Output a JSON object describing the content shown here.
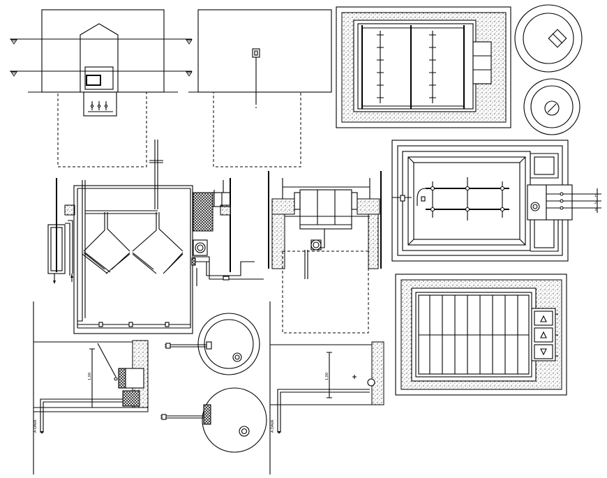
{
  "drawing": {
    "title": "",
    "annotations": {
      "drain_label_left": "A DAVA",
      "drain_label_right": "A DAVA",
      "dim_label_left": "1,00",
      "dim_label_right": "1,00",
      "pipe_tag_1": "1",
      "pipe_tag_2": "2",
      "pipe_tag_3": "3"
    },
    "views": [
      "roof-section-view",
      "side-elevation-view",
      "tank-plan-view-top",
      "manhole-cover-square",
      "manhole-cover-round",
      "filter-tank-section",
      "clarifier-section",
      "clarifier-plan-view",
      "drain-pit-section-left",
      "round-chamber-plan-top",
      "round-chamber-plan-bottom",
      "drain-pit-section-right",
      "filter-bed-plan-view"
    ]
  },
  "colors": {
    "line": "#000000",
    "paper": "#ffffff"
  }
}
